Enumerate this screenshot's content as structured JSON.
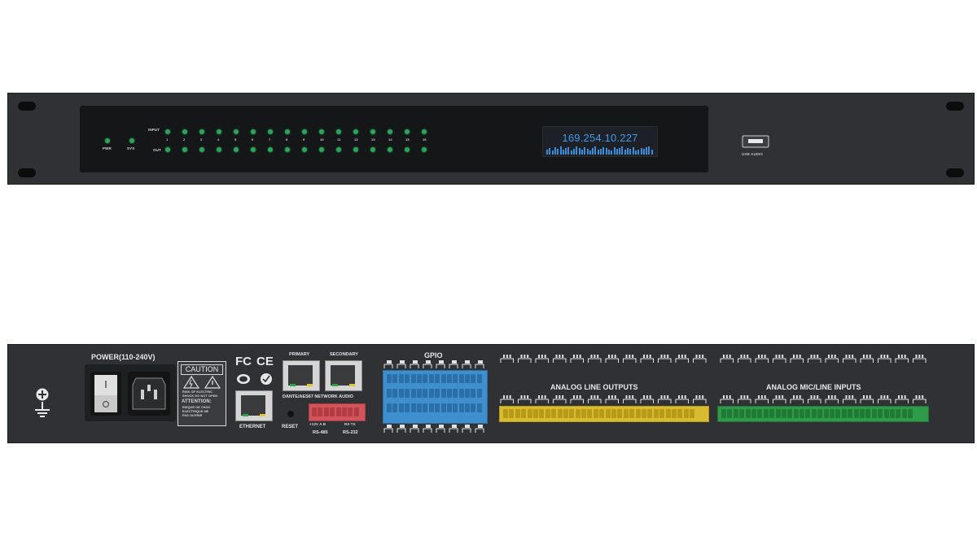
{
  "front": {
    "led_labels": {
      "pwr": "PWR",
      "sys": "SYS",
      "input": "INPUT",
      "out": "OUT"
    },
    "channels": [
      "1",
      "2",
      "3",
      "4",
      "5",
      "6",
      "7",
      "8",
      "9",
      "10",
      "11",
      "12",
      "13",
      "14",
      "15",
      "16"
    ],
    "display": {
      "ip": "169.254.10.227"
    },
    "usb_label": "USB AUDIO"
  },
  "rear": {
    "power_label": "POWER(110-240V)",
    "caution": {
      "title": "CAUTION",
      "line1": "RISK OF ELECTRIC",
      "line2": "SHOCK DO NOT OPEN",
      "attention": "ATTENTION:",
      "fr1": "RISQUE DE CHOC",
      "fr2": "ELECTRIQUE-NE",
      "fr3": "PAS OUVRIR"
    },
    "cert_fc": "FC",
    "cert_ce": "CE",
    "ethernet_label": "ETHERNET",
    "reset_label": "RESET",
    "primary_label": "PRIMARY",
    "secondary_label": "SECONDARY",
    "dante_label": "DANTE/AES67 NETWORK AUDIO",
    "rs485_pins": "+12V A B",
    "rs232_pins": "RX TX",
    "rs485_label": "RS-485",
    "rs232_label": "RS-232",
    "gpio_label": "GPIO",
    "outputs_label": "ANALOG LINE OUTPUTS",
    "inputs_label": "ANALOG MIC/LINE INPUTS"
  },
  "colors": {
    "chassis": "#2f3134",
    "led": "#2aa55a",
    "lcd_text": "#3f9be6",
    "gpio": "#3f8fce",
    "outputs": "#d9bb2f",
    "inputs": "#2f9a48",
    "rs": "#d1545c"
  }
}
